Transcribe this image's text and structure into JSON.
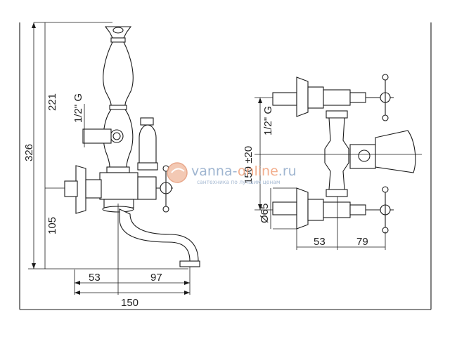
{
  "left_view": {
    "dims": {
      "height_total": "326",
      "height_upper": "221",
      "height_lower": "105",
      "thread": "1/2\" G",
      "offset_left": "53",
      "offset_right": "97",
      "width_total": "150"
    }
  },
  "right_view": {
    "dims": {
      "centers": "150 ±20",
      "thread": "1/2\" G",
      "diameter": "Ø65",
      "offset_left": "53",
      "offset_right": "79"
    }
  },
  "watermark": {
    "site_prefix": "vanna-",
    "site_accent": "online",
    "site_suffix": ".ru",
    "tagline": "сантехника по лучшим ценам"
  },
  "colors": {
    "frame": "#333333",
    "line": "#1a1a1a",
    "watermark": "#8fa9c8",
    "watermark_accent": "#f0a07a"
  }
}
